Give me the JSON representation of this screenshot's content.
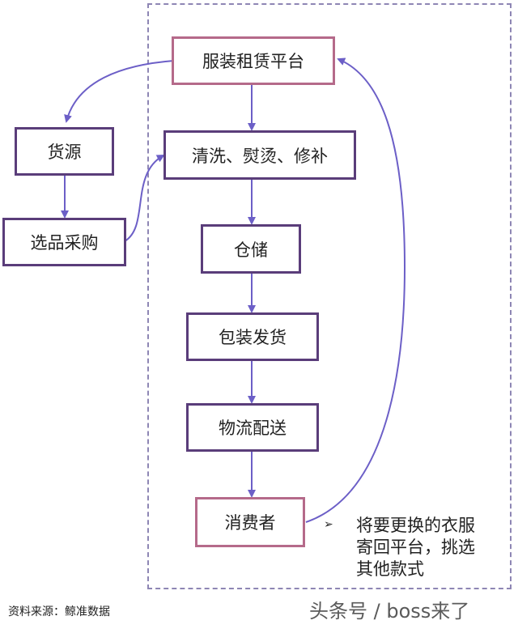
{
  "nodes": {
    "platform": "服装租赁平台",
    "clean": "清洗、熨烫、修补",
    "storage": "仓储",
    "packing": "包装发货",
    "logistics": "物流配送",
    "consumer": "消费者",
    "supply": "货源",
    "purchase": "选品采购"
  },
  "note": {
    "bullet": "➢",
    "line1": "将要更换的衣服",
    "line2": "寄回平台，挑选",
    "line3": "其他款式"
  },
  "source": "资料来源：鲸准数据",
  "watermark": "头条号 / boss来了",
  "colors": {
    "node_border_dark": "#5a3d7a",
    "node_border_pink": "#b56a8a",
    "arrow": "#6c5fc7",
    "frame": "#8e86b4"
  }
}
